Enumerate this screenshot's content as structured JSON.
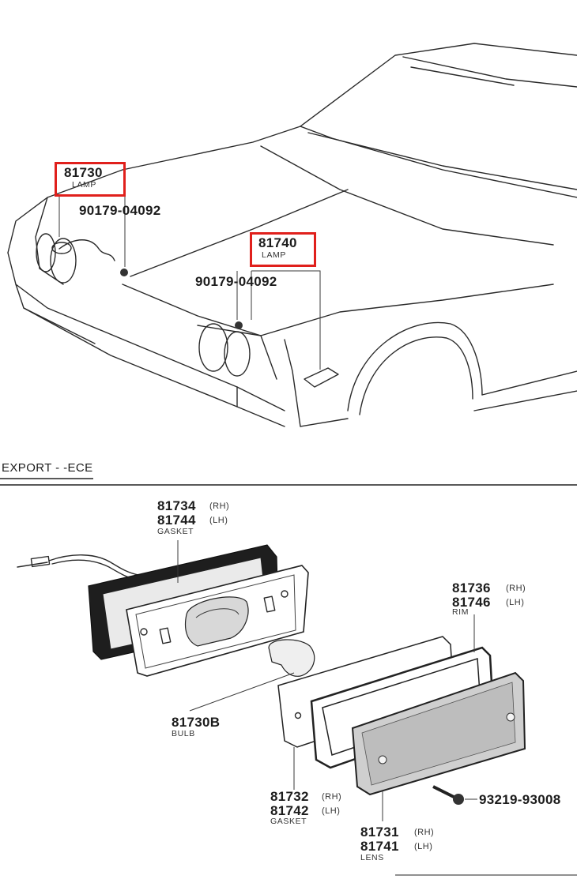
{
  "top": {
    "p81730": {
      "number": "81730",
      "name": "LAMP"
    },
    "p81740": {
      "number": "81740",
      "name": "LAMP"
    },
    "screw_a": "90179-04092",
    "screw_b": "90179-04092",
    "highlight_color": "#e0201c"
  },
  "section_label": "EXPORT - -ECE",
  "exploded": {
    "gasket_back": {
      "rh": "81734",
      "rh_side": "(RH)",
      "lh": "81744",
      "lh_side": "(LH)",
      "name": "GASKET"
    },
    "rim": {
      "rh": "81736",
      "rh_side": "(RH)",
      "lh": "81746",
      "lh_side": "(LH)",
      "name": "RIM"
    },
    "bulb": {
      "number": "81730B",
      "name": "BULB"
    },
    "gasket_front": {
      "rh": "81732",
      "rh_side": "(RH)",
      "lh": "81742",
      "lh_side": "(LH)",
      "name": "GASKET"
    },
    "lens": {
      "rh": "81731",
      "rh_side": "(RH)",
      "lh": "81741",
      "lh_side": "(LH)",
      "name": "LENS"
    },
    "screw": "93219-93008"
  }
}
